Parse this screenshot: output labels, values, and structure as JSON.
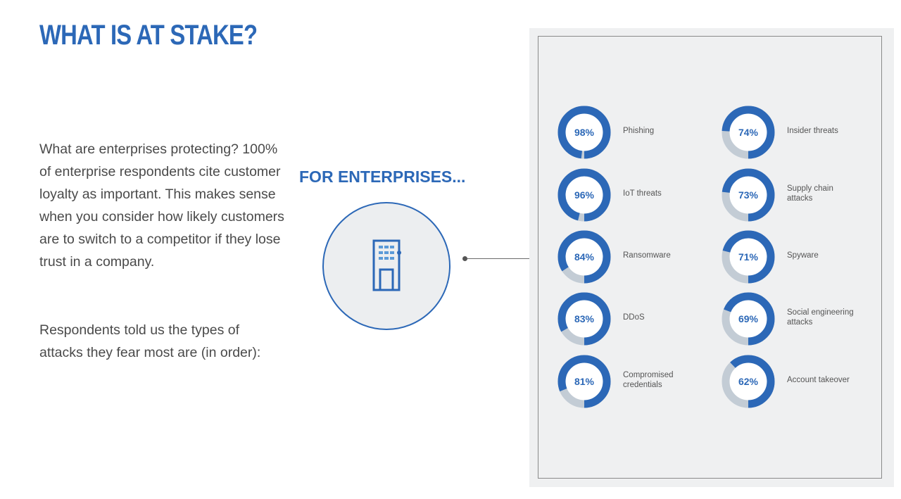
{
  "title": "WHAT IS AT STAKE?",
  "intro_text": "What are enterprises protecting? 100% of enterprise respondents cite customer loyalty as important. This makes sense when you consider how likely customers are to switch to a competitor if they lose trust in a company.",
  "order_text": "Respondents told us the types of attacks they fear most are (in order):",
  "subtitle": "FOR ENTERPRISES...",
  "icon": "office-building-icon",
  "colors": {
    "accent": "#2c68b7",
    "ring_track": "#c3ccd5",
    "panel_bg": "#eff0f1"
  },
  "chart_data": {
    "type": "donut",
    "value_unit": "%",
    "items": [
      {
        "label": "Phishing",
        "value": 98,
        "display": "98%"
      },
      {
        "label": "IoT threats",
        "value": 96,
        "display": "96%"
      },
      {
        "label": "Ransomware",
        "value": 84,
        "display": "84%"
      },
      {
        "label": "DDoS",
        "value": 83,
        "display": "83%"
      },
      {
        "label": "Compromised\ncredentials",
        "value": 81,
        "display": "81%"
      },
      {
        "label": "Insider threats",
        "value": 74,
        "display": "74%"
      },
      {
        "label": "Supply chain\nattacks",
        "value": 73,
        "display": "73%"
      },
      {
        "label": "Spyware",
        "value": 71,
        "display": "71%"
      },
      {
        "label": "Social engineering\nattacks",
        "value": 69,
        "display": "69%"
      },
      {
        "label": "Account takeover",
        "value": 62,
        "display": "62%"
      }
    ]
  }
}
